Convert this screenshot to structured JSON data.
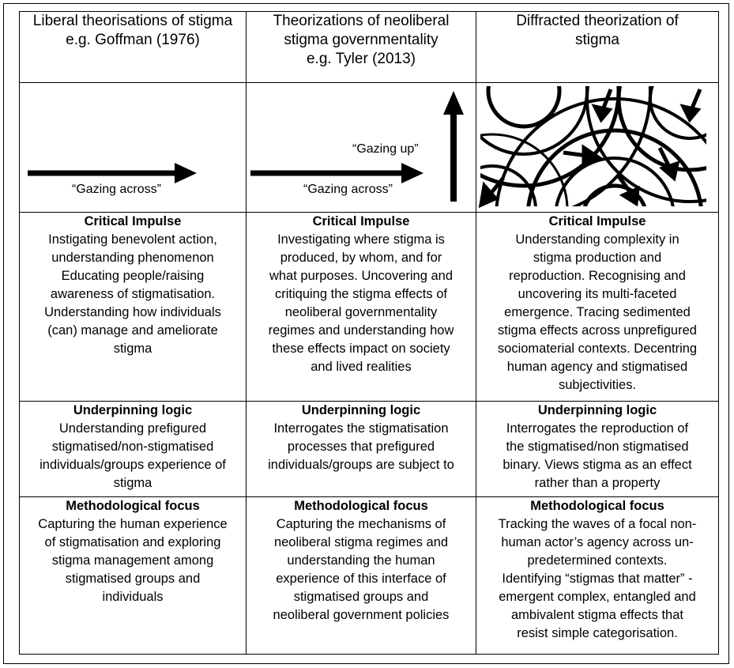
{
  "columns": [
    {
      "header": [
        "Liberal theorisations of stigma",
        "e.g. Goffman (1976)"
      ],
      "visual": {
        "labels": [
          "“Gazing across”"
        ]
      },
      "impulse": {
        "title": "Critical Impulse",
        "lines": [
          "Instigating benevolent action,",
          "understanding phenomenon",
          "Educating people/raising",
          "awareness of stigmatisation.",
          "Understanding how individuals",
          "(can) manage and ameliorate",
          "stigma"
        ]
      },
      "logic": {
        "title": "Underpinning logic",
        "lines": [
          "Understanding prefigured",
          "stigmatised/non-stigmatised",
          "individuals/groups experience of",
          "stigma"
        ]
      },
      "method": {
        "title": "Methodological focus",
        "lines": [
          "Capturing the human experience",
          "of stigmatisation and exploring",
          "stigma management among",
          "stigmatised groups and",
          "individuals"
        ]
      }
    },
    {
      "header": [
        "Theorizations of neoliberal",
        "stigma governmentality",
        "e.g. Tyler (2013)"
      ],
      "visual": {
        "labels": [
          "“Gazing up”",
          "“Gazing across”"
        ]
      },
      "impulse": {
        "title": "Critical Impulse",
        "lines": [
          "Investigating where stigma is",
          "produced, by whom, and for",
          "what purposes. Uncovering and",
          "critiquing the stigma effects of",
          "neoliberal governmentality",
          "regimes and understanding how",
          "these effects impact on society",
          "and lived realities"
        ]
      },
      "logic": {
        "title": "Underpinning logic",
        "lines": [
          "Interrogates the stigmatisation",
          "processes that prefigured",
          "individuals/groups are subject to"
        ]
      },
      "method": {
        "title": "Methodological focus",
        "lines": [
          "Capturing the mechanisms of",
          "neoliberal stigma regimes and",
          "understanding the human",
          "experience of this interface of",
          "stigmatised groups and",
          "neoliberal government policies"
        ]
      }
    },
    {
      "header": [
        "Diffracted theorization of",
        "stigma"
      ],
      "visual": {
        "labels": []
      },
      "impulse": {
        "title": "Critical Impulse",
        "lines": [
          "Understanding complexity in",
          "stigma production and",
          "reproduction. Recognising and",
          "uncovering its multi-faceted",
          "emergence. Tracing sedimented",
          "stigma effects across unprefigured",
          "sociomaterial contexts. Decentring",
          "human agency and stigmatised",
          "subjectivities."
        ]
      },
      "logic": {
        "title": "Underpinning logic",
        "lines": [
          "Interrogates the reproduction of",
          "the stigmatised/non stigmatised",
          "binary. Views stigma as an effect",
          "rather than a property"
        ]
      },
      "method": {
        "title": "Methodological focus",
        "lines": [
          "Tracking the waves of a focal non-",
          "human actor’s agency across un-",
          "predetermined contexts.",
          "Identifying “stigmas that matter” -",
          "emergent complex, entangled and",
          "ambivalent stigma effects that",
          "resist simple categorisation."
        ]
      }
    }
  ]
}
